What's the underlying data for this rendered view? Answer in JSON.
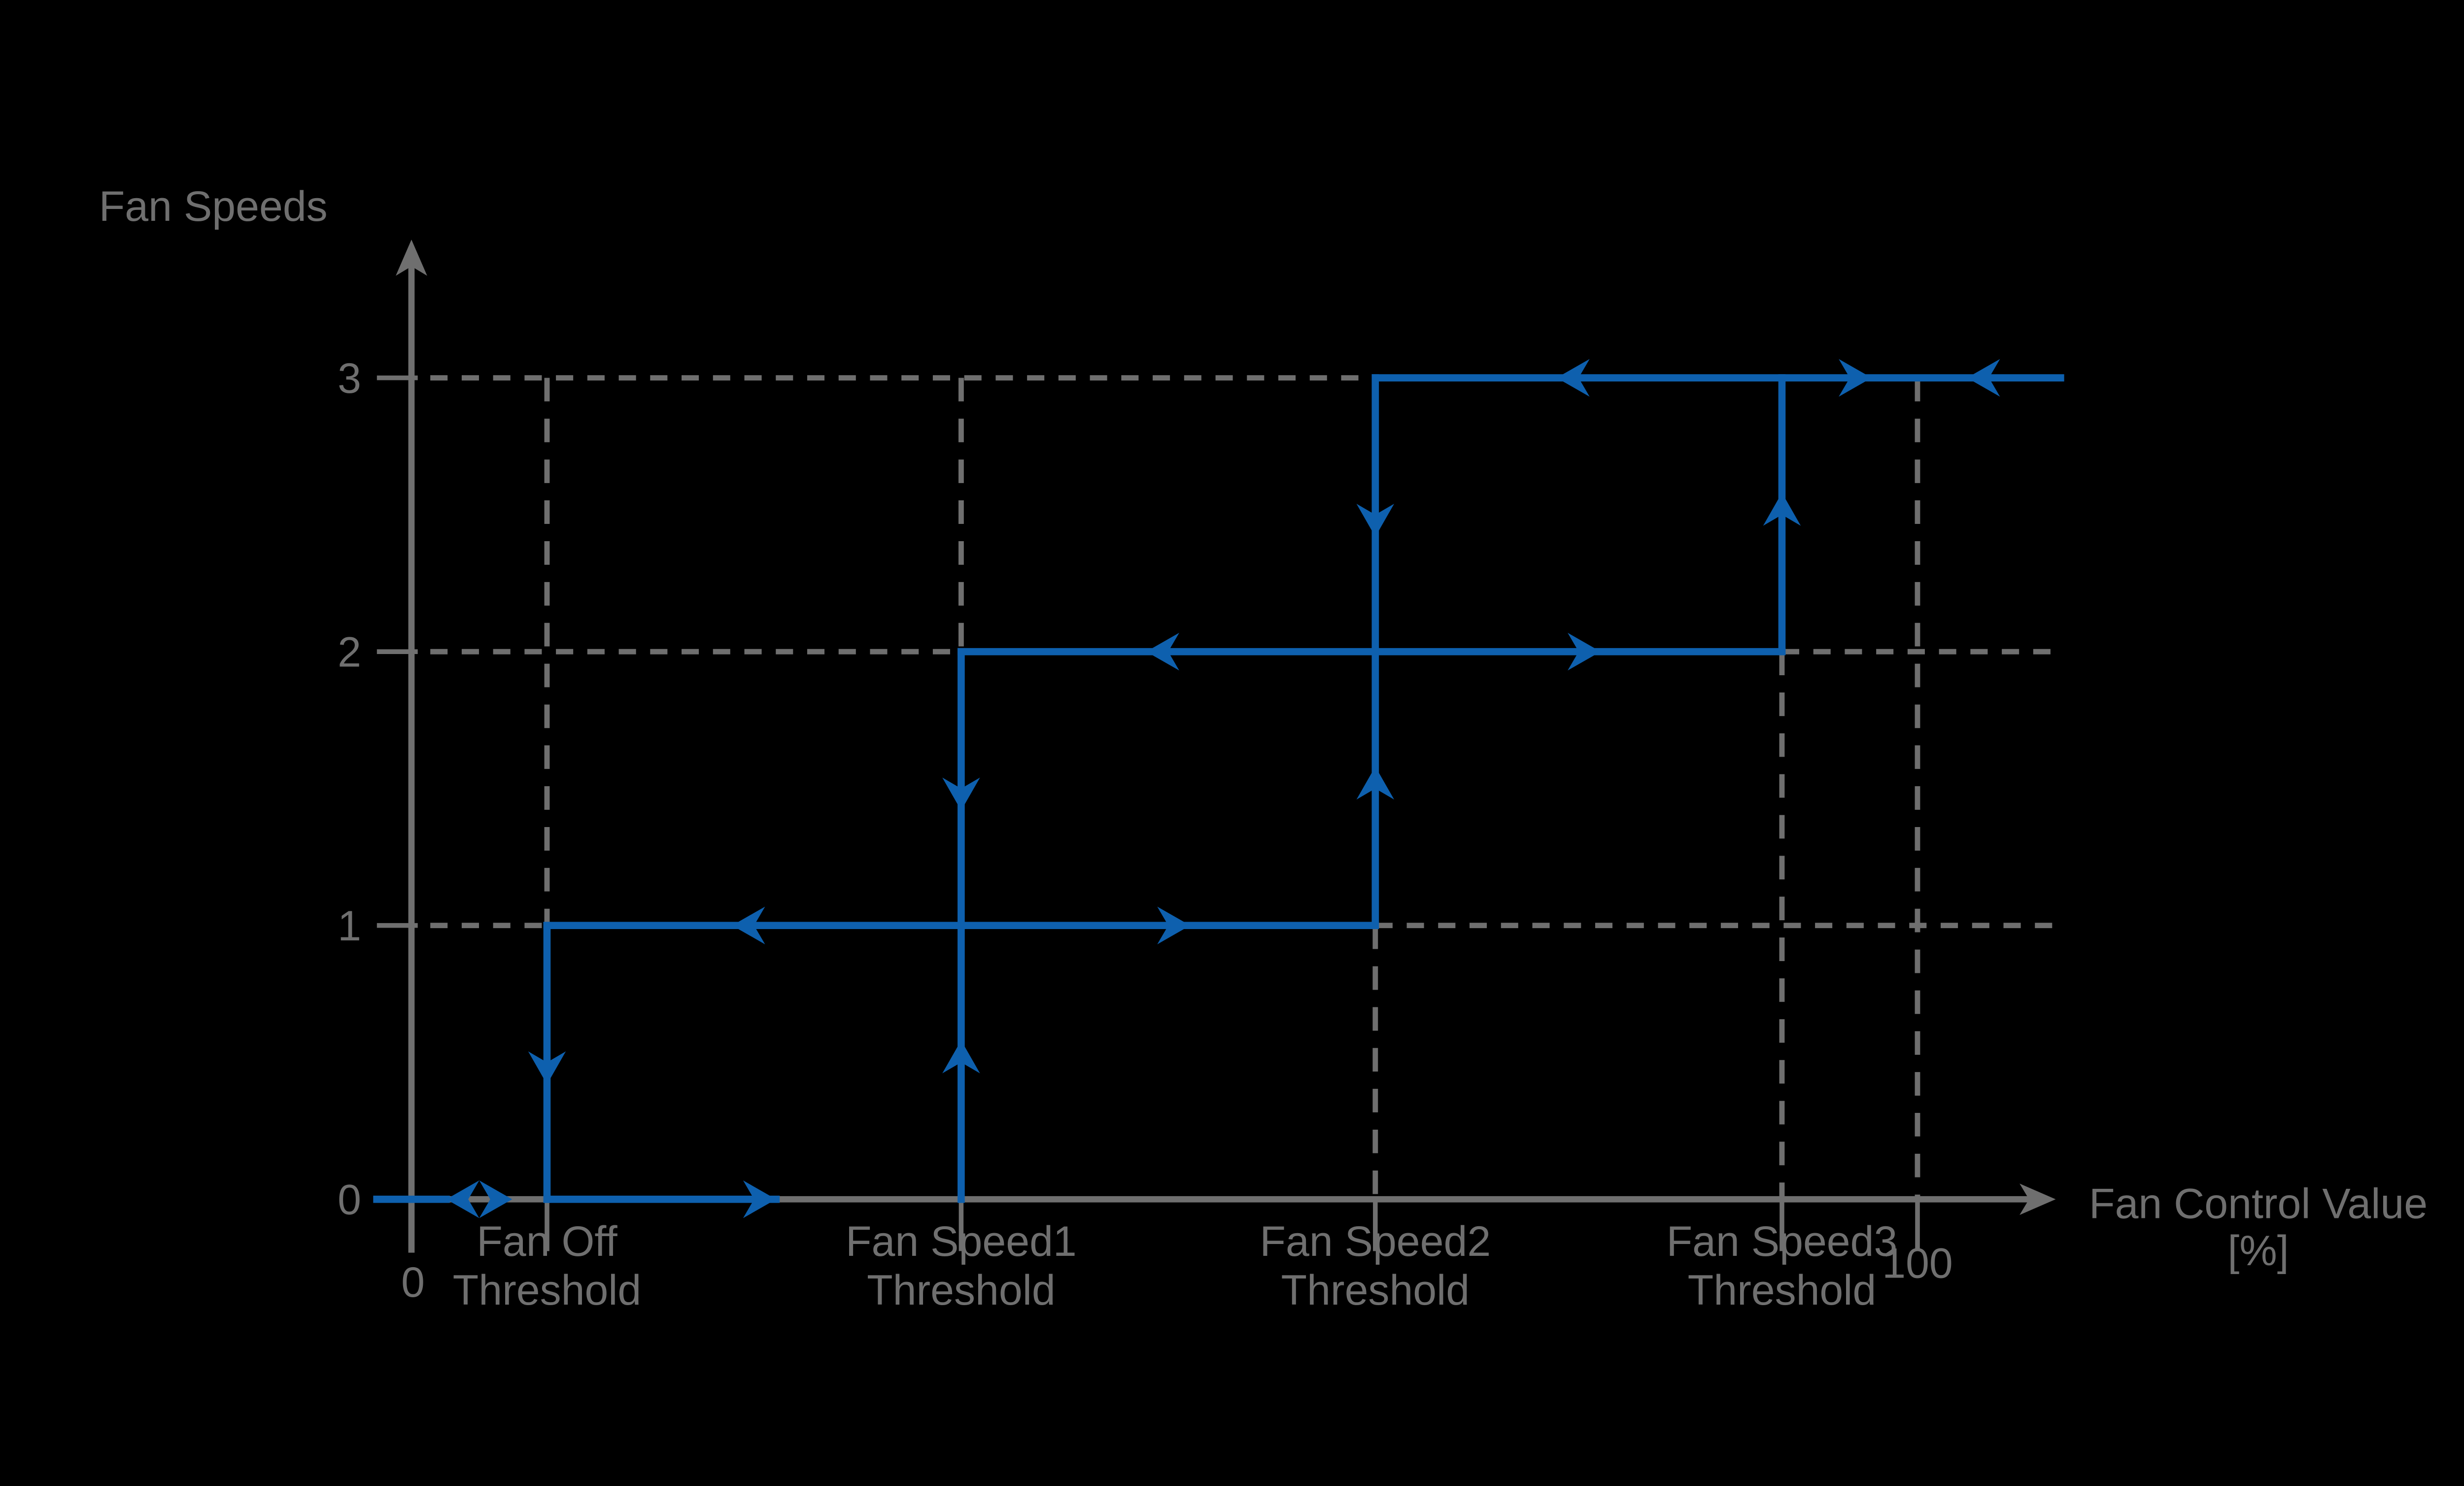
{
  "title": "Fan Speeds",
  "colors": {
    "background": "#000000",
    "curve_blue": "#0E60AE",
    "axis_gray": "#6F6F6F"
  },
  "y_axis": {
    "title": "Fan Speeds",
    "tick_labels": [
      "0",
      "1",
      "2",
      "3"
    ]
  },
  "x_axis": {
    "title_line1": "Fan Control Value",
    "title_line2": "[%]",
    "origin_label": "0",
    "end_label": "100",
    "threshold_labels": [
      [
        "Fan Off",
        "Threshold"
      ],
      [
        "Fan Speed1",
        "Threshold"
      ],
      [
        "Fan Speed2",
        "Threshold"
      ],
      [
        "Fan Speed3",
        "Threshold"
      ]
    ]
  },
  "chart_data": {
    "type": "line",
    "title": "Fan Speeds",
    "xlabel": "Fan Control Value [%]",
    "ylabel": "Fan Speeds",
    "xlim": [
      0,
      100
    ],
    "ylim": [
      0,
      3
    ],
    "grid": "dashed gridlines at fan speeds 1,2,3 and at each threshold and 100%",
    "legend_position": "none",
    "x_tick_values_shown": [
      0,
      100
    ],
    "y_tick_values_shown": [
      0,
      1,
      2,
      3
    ],
    "thresholds": {
      "fan_off": 9,
      "fan_speed1": 36.5,
      "fan_speed2": 64,
      "fan_speed3": 91
    },
    "overshoot_percent": 109.5,
    "tail_percent": -2.3,
    "series": [
      {
        "name": "increasing fan control value (speed steps up)",
        "direction": "right",
        "points": [
          [
            0,
            0
          ],
          [
            36.5,
            0
          ],
          [
            36.5,
            1
          ],
          [
            64,
            1
          ],
          [
            64,
            2
          ],
          [
            91,
            2
          ],
          [
            91,
            3
          ],
          [
            109.5,
            3
          ]
        ]
      },
      {
        "name": "decreasing fan control value (speed steps down)",
        "direction": "left",
        "points": [
          [
            109.5,
            3
          ],
          [
            64,
            3
          ],
          [
            64,
            2
          ],
          [
            36.5,
            2
          ],
          [
            36.5,
            1
          ],
          [
            9,
            1
          ],
          [
            9,
            0
          ],
          [
            0,
            0
          ]
        ]
      }
    ]
  }
}
